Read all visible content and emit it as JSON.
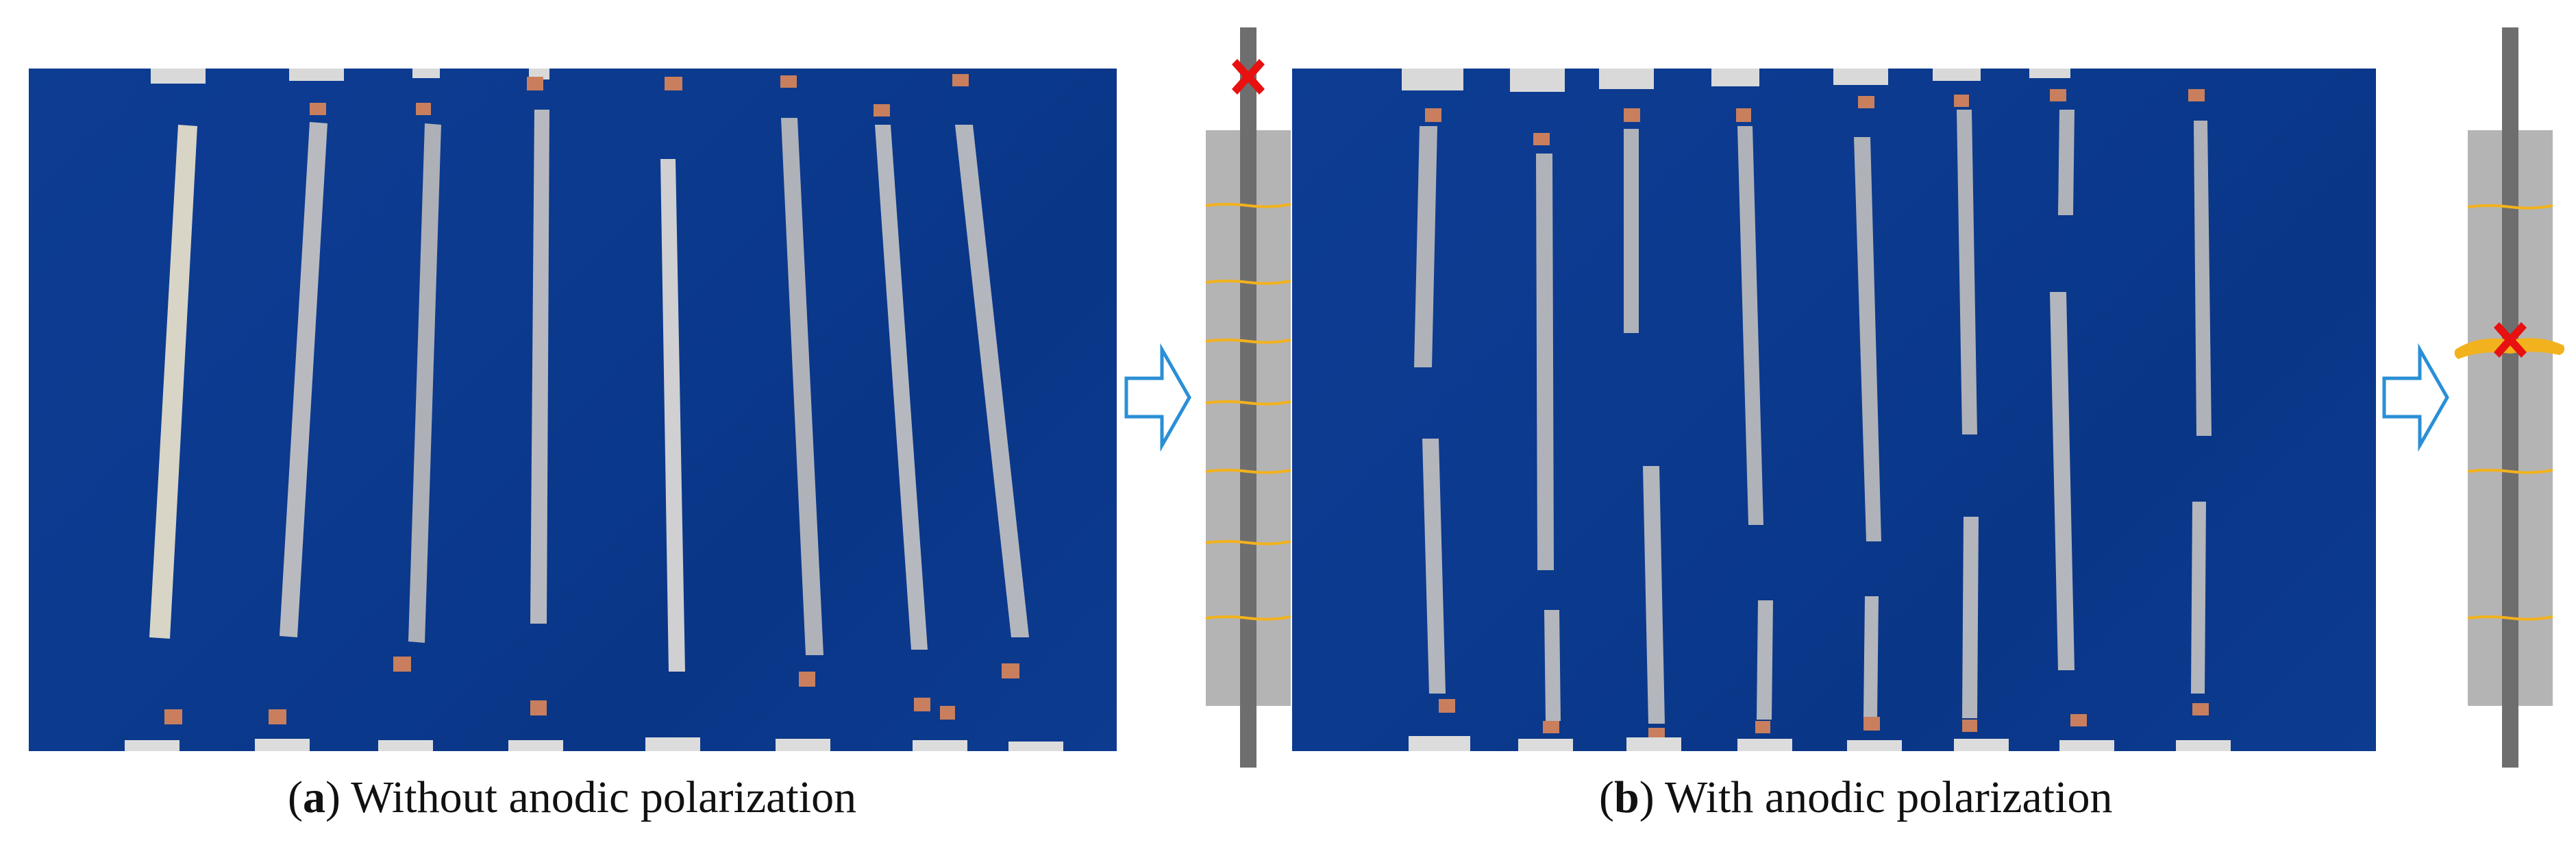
{
  "figure": {
    "panel_a": {
      "label": "a",
      "caption": "Without anodic polarization"
    },
    "panel_b": {
      "label": "b",
      "caption": "With anodic polarization"
    }
  },
  "colors": {
    "background_blue": "#0b3a8e",
    "arrow_blue": "#2a8fd6",
    "marker_red": "#e81010",
    "crack_yellow": "#f2b21d",
    "rebar_dark": "#6e6e6e",
    "rebar_light": "#b4b4b4"
  },
  "icons": [
    "right-arrow-icon",
    "cross-marker-icon"
  ]
}
